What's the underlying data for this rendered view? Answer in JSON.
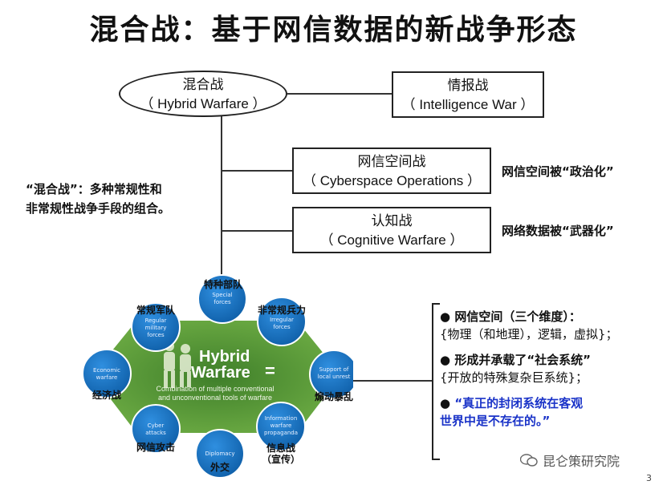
{
  "title": "混合战：基于网信数据的新战争形态",
  "root": {
    "zh": "混合战",
    "en": "（ Hybrid Warfare ）"
  },
  "boxes": [
    {
      "zh": "情报战",
      "en": "（ Intelligence War ）"
    },
    {
      "zh": "网信空间战",
      "en": "（ Cyberspace Operations ）"
    },
    {
      "zh": "认知战",
      "en": "（ Cognitive Warfare ）"
    }
  ],
  "box_notes": {
    "cyber": "网信空间被“政治化”",
    "cognitive": "网络数据被“武器化”"
  },
  "definition": {
    "line1": "“混合战”：多种常规性和",
    "line2": "非常规性战争手段的组合。"
  },
  "hybrid_graphic": {
    "title1": "Hybrid",
    "title2": "Warfare",
    "equals": "=",
    "caption1": "Combination of multiple conventional",
    "caption2": "and unconventional tools of warfare",
    "nodes": [
      {
        "en": "Special forces",
        "zh": "特种部队"
      },
      {
        "en": "Irregular forces",
        "zh": "非常规兵力"
      },
      {
        "en": "Support of local unrest",
        "zh": "煽动暴乱"
      },
      {
        "en": "Information warfare propaganda",
        "zh": "信息战\n（宣传）"
      },
      {
        "en": "Diplomacy",
        "zh": "外交"
      },
      {
        "en": "Cyber attacks",
        "zh": "网信攻击"
      },
      {
        "en": "Economic warfare",
        "zh": "经济战"
      },
      {
        "en": "Regular military forces",
        "zh": "常规军队"
      }
    ]
  },
  "bullets": [
    {
      "title": "网信空间（三个维度）：",
      "sub": "{物理（和地理），逻辑，虚拟}；"
    },
    {
      "title": "形成并承载了“社会系统”",
      "sub": "{开放的特殊复杂巨系统}；"
    },
    {
      "title": "“真正的封闭系统在客观",
      "sub": "世界中是不存在的。”"
    }
  ],
  "watermark": "昆仑策研究院",
  "page_number": "3",
  "colors": {
    "node_blue": "#1673c4",
    "hex_green": "#5a9e3a",
    "quote_blue": "#1a33c8"
  }
}
